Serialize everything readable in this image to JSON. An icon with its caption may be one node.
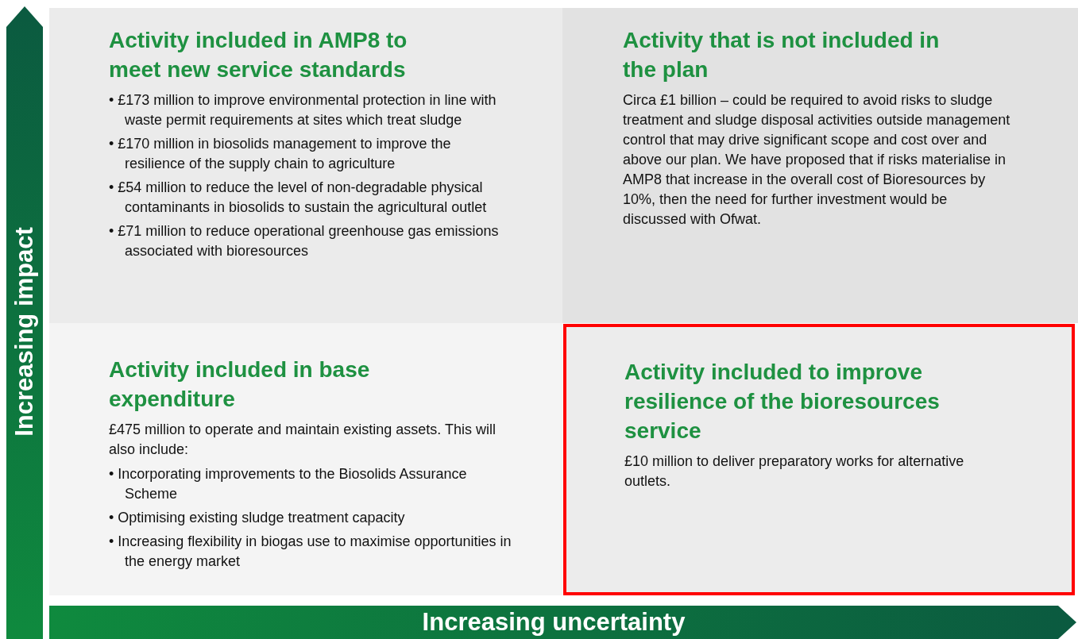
{
  "diagram": {
    "nodes": [
      {
        "text": [
          "Activity included in AMP8 to meet new service standards",
          "• £173 million to improve environmental protection in line with waste permit requirements at sites which treat sludge",
          "• £170 million in biosolids management to improve the resilience of the supply chain to agriculture",
          "• £54 million to reduce the level of non-degradable physical contaminants in biosolids to sustain the agricultural outlet",
          "• £71 million to reduce operational greenhouse gas emissions associated with bioresources"
        ]
      },
      {
        "text": [
          "Activity that is not included in the plan",
          "Circa £1 billion – could be required to avoid risks to sludge treatment and sludge disposal activities outside management control that may drive significant scope and cost over and above our plan. We have proposed that if risks materialise in AMP8 that increase in the overall cost of Bioresources by 10%, then the need for further investment would be discussed with Ofwat."
        ]
      },
      {
        "text": [
          "Activity included in base expenditure",
          "£475 million to operate and maintain existing assets. This will also include:",
          "• Incorporating improvements to the Biosolids Assurance Scheme",
          "• Optimising existing sludge treatment capacity",
          "• Increasing flexibility in biogas use to maximise opportunities in the energy market"
        ]
      },
      {
        "text": [
          "Activity included to improve resilience of the bioresources service",
          "£10 million to deliver preparatory works for alternative outlets."
        ]
      }
    ],
    "edges": [],
    "labels": [
      "Increasing impact",
      "Increasing uncertainty"
    ]
  }
}
